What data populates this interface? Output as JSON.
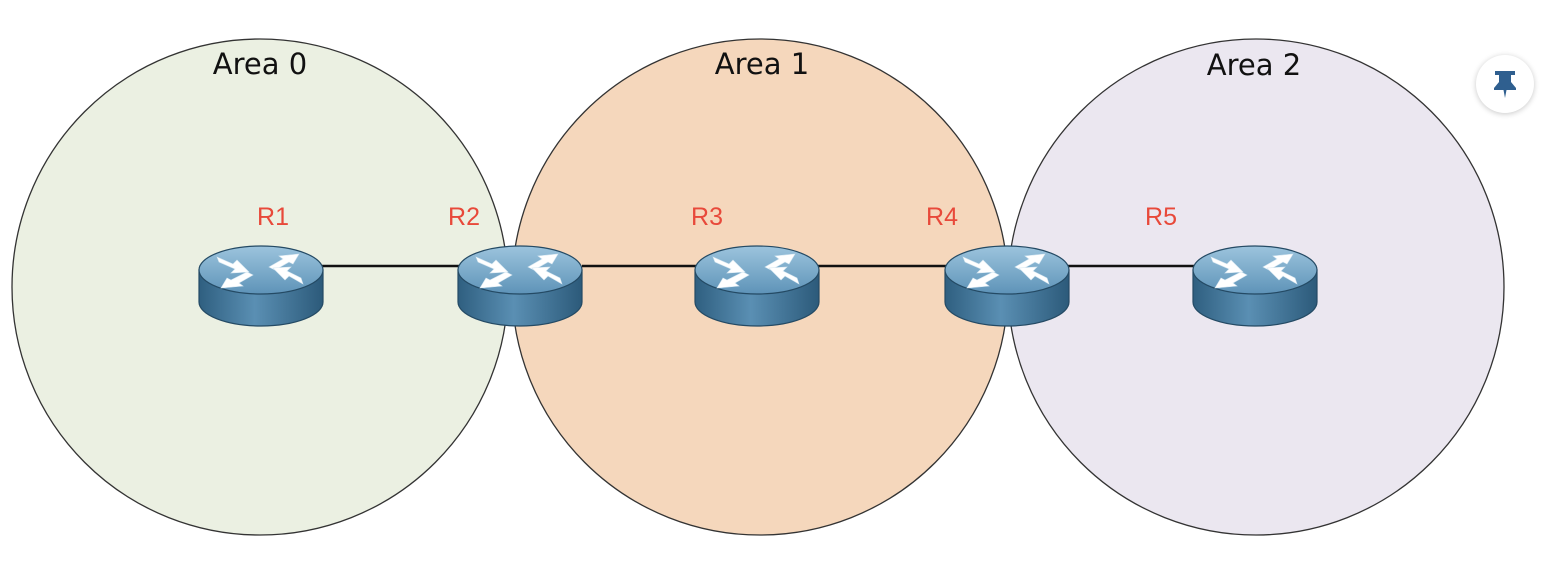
{
  "colors": {
    "area0_fill": "#ebf0e2",
    "area1_fill": "#f5d7bc",
    "area2_fill": "#ebe7f0",
    "router_label": "#e8493a",
    "link": "#111111",
    "router_top": "#7aaac8",
    "router_side": "#3d6f91",
    "pin_icon": "#2f5f8f"
  },
  "areas": [
    {
      "id": "area0",
      "label": "Area 0"
    },
    {
      "id": "area1",
      "label": "Area 1"
    },
    {
      "id": "area2",
      "label": "Area 2"
    }
  ],
  "routers": [
    {
      "id": "r1",
      "label": "R1"
    },
    {
      "id": "r2",
      "label": "R2"
    },
    {
      "id": "r3",
      "label": "R3"
    },
    {
      "id": "r4",
      "label": "R4"
    },
    {
      "id": "r5",
      "label": "R5"
    }
  ],
  "links": [
    {
      "from": "r1",
      "to": "r2"
    },
    {
      "from": "r2",
      "to": "r3"
    },
    {
      "from": "r3",
      "to": "r4"
    },
    {
      "from": "r4",
      "to": "r5"
    }
  ],
  "pin_button": {
    "icon": "pin-icon"
  }
}
